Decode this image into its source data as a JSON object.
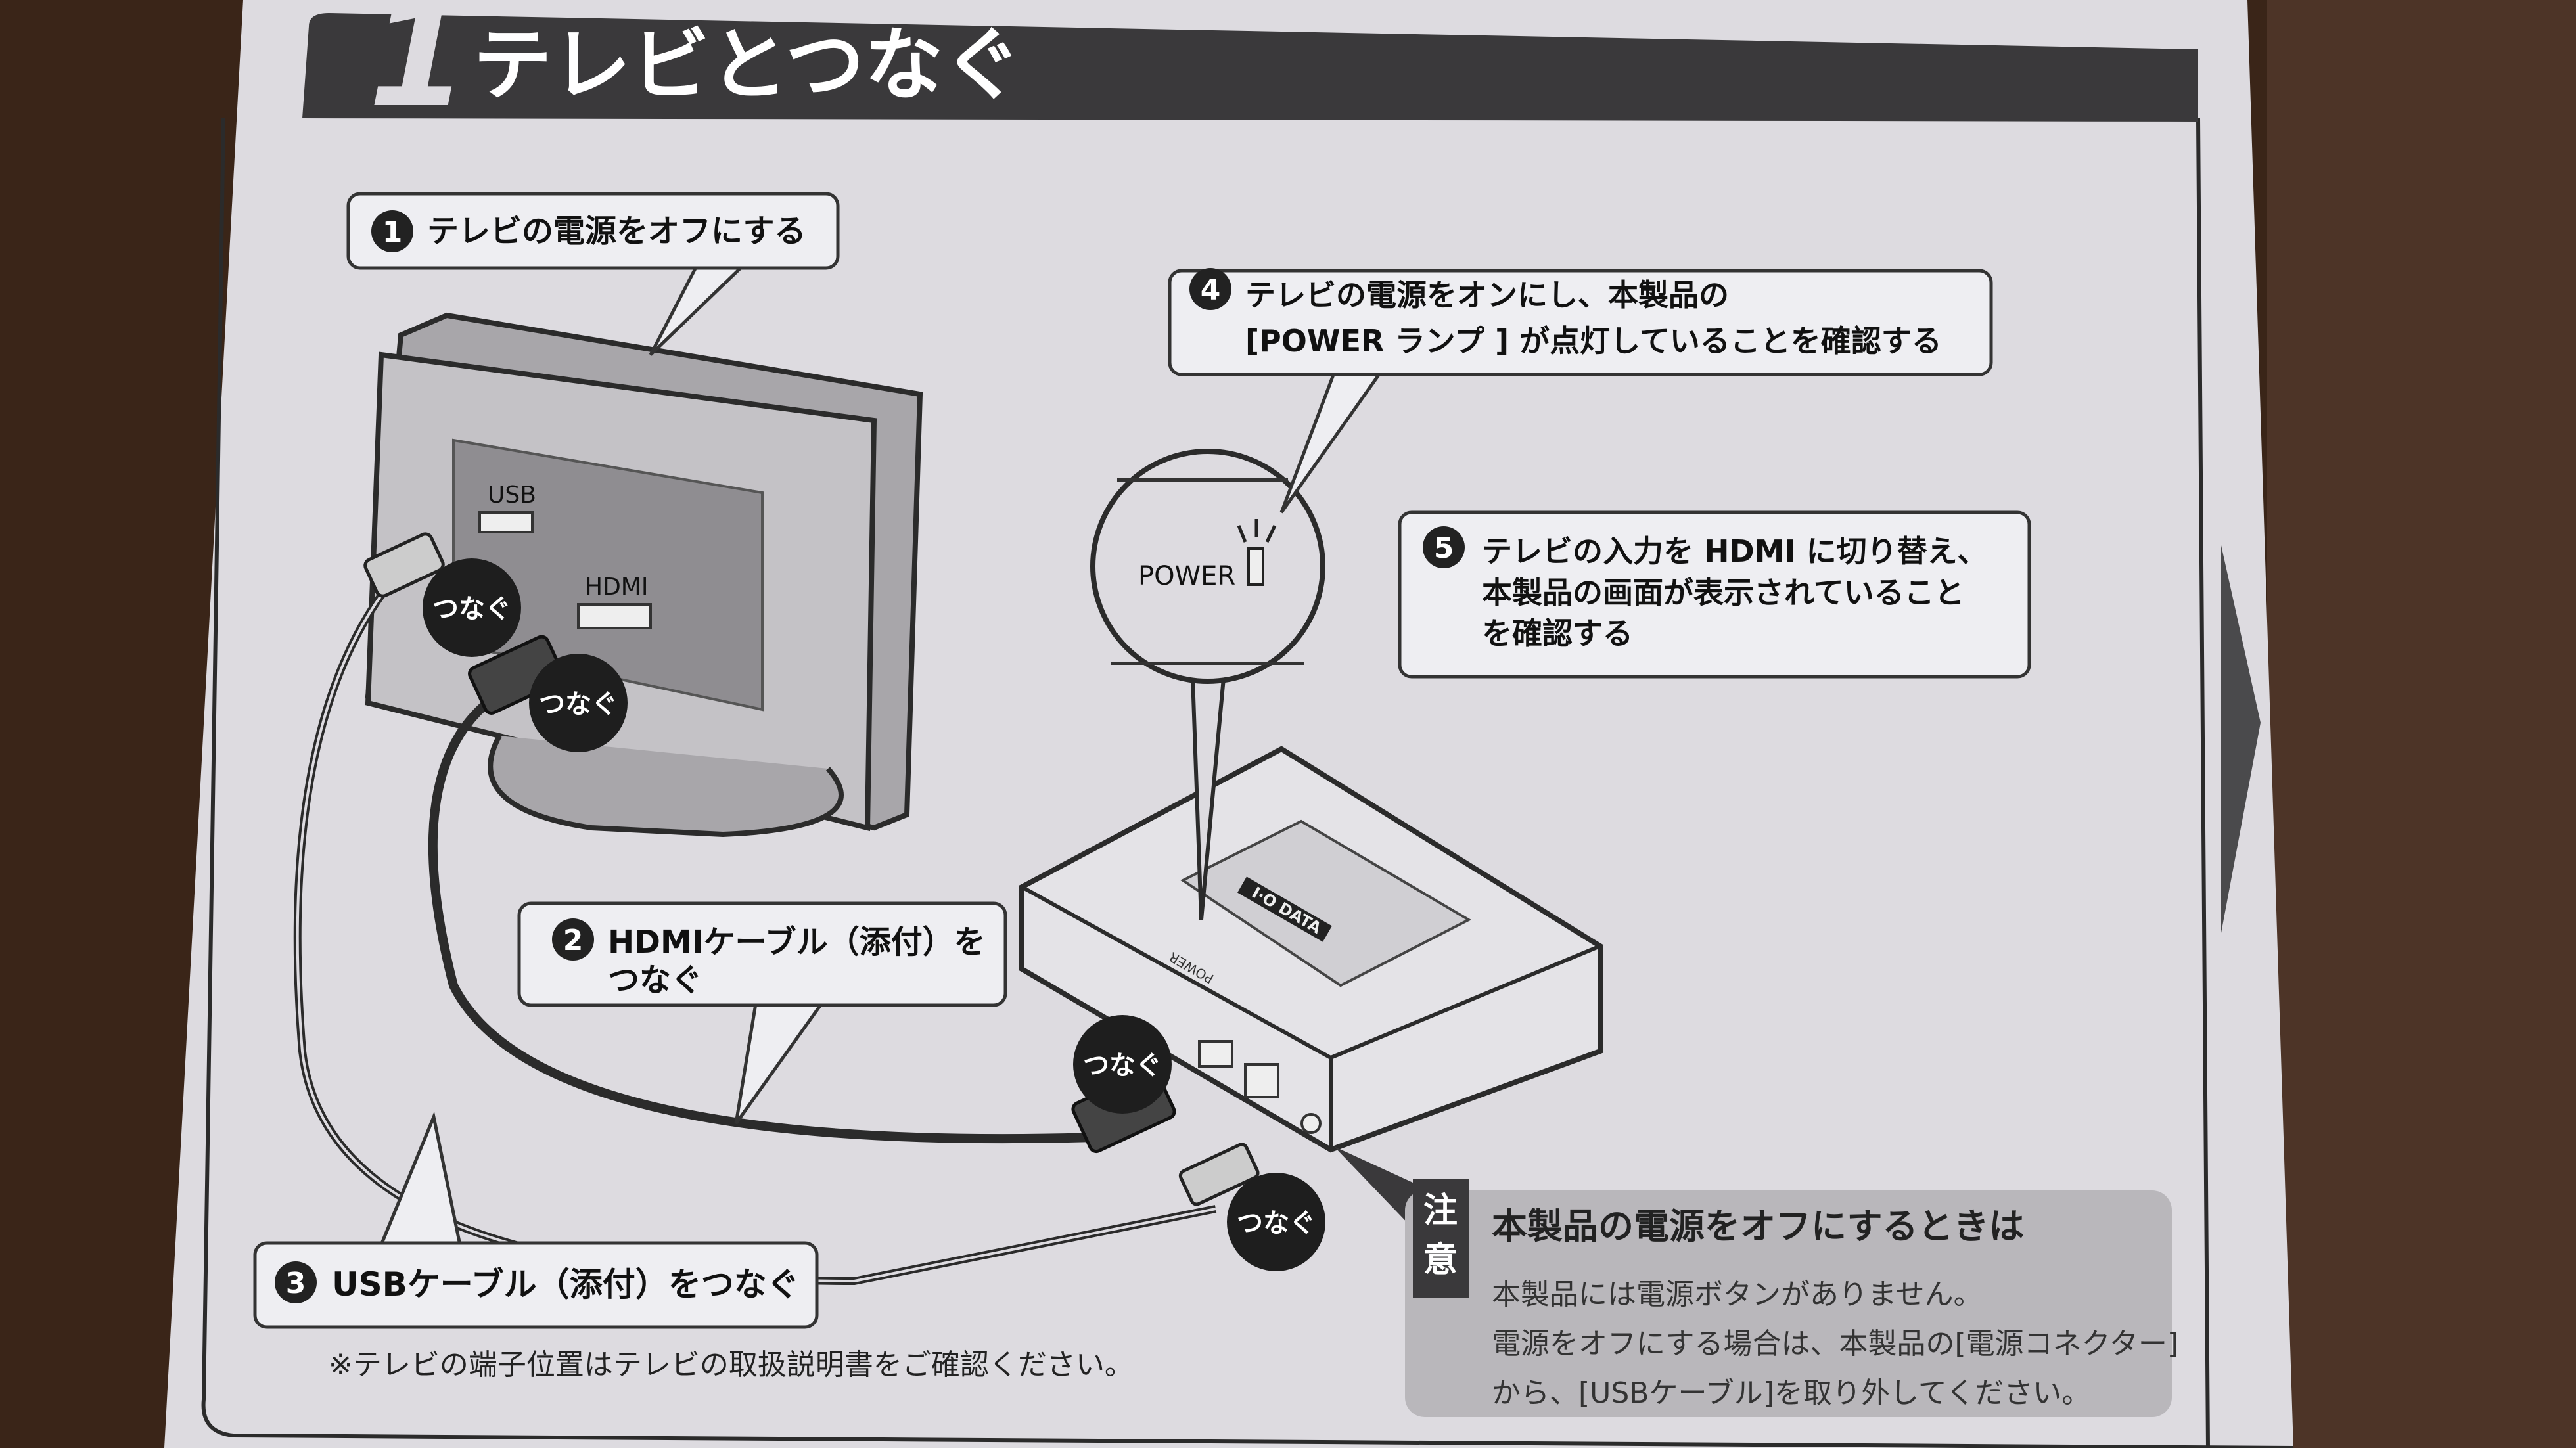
{
  "header": {
    "step_number": "1",
    "title": "テレビとつなぐ"
  },
  "steps": [
    {
      "num": "1",
      "lines": [
        "テレビの電源をオフにする"
      ]
    },
    {
      "num": "2",
      "lines": [
        "HDMIケーブル（添付）を",
        "つなぐ"
      ]
    },
    {
      "num": "3",
      "lines": [
        "USBケーブル（添付）をつなぐ"
      ]
    },
    {
      "num": "4",
      "lines": [
        "テレビの電源をオンにし、本製品の",
        "[POWER ランプ ] が点灯していることを確認する"
      ]
    },
    {
      "num": "5",
      "lines": [
        "テレビの入力を HDMI に切り替え、",
        "本製品の画面が表示されていること",
        "を確認する"
      ]
    }
  ],
  "diagram": {
    "tv_usb_label": "USB",
    "tv_hdmi_label": "HDMI",
    "connect_label": "つなぐ",
    "power_label": "POWER",
    "device_power_label": "POWER",
    "brand_logo": "I·O DATA"
  },
  "footnote": "※テレビの端子位置はテレビの取扱説明書をご確認ください。",
  "caution": {
    "tab": [
      "注",
      "意"
    ],
    "title": "本製品の電源をオフにするときは",
    "body": [
      "本製品には電源ボタンがありません。",
      "電源をオフにする場合は、本製品の[電源コネクター]",
      "から、[USBケーブル]を取り外してください。"
    ]
  },
  "colors": {
    "paper": "#dddbe0",
    "header": "#3a393b",
    "wood": "#3a2518",
    "caution_bg": "#b9b7bb"
  }
}
